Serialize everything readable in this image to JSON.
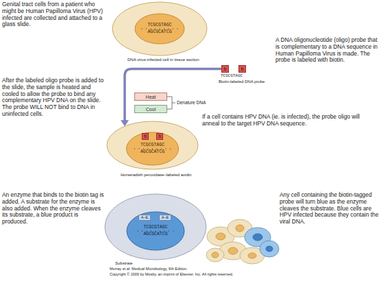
{
  "diagram": {
    "nodes": [
      {
        "text": [
          "TCGCGTAGC",
          "AGCGCATCG"
        ]
      },
      {
        "text": [
          "b"
        ]
      },
      {
        "text": [
          "b"
        ]
      },
      {
        "text": [
          "Heat"
        ]
      },
      {
        "text": [
          "Cool"
        ]
      },
      {
        "text": [
          "TCGCGTAGC",
          "AGCGCATCG"
        ]
      },
      {
        "text": [
          "b"
        ],
        "in": 5
      },
      {
        "text": [
          "b"
        ],
        "in": 5
      },
      {
        "text": [
          "TCGCGTAGC",
          "AGCGCATCG"
        ]
      },
      {
        "text": [
          "A–E"
        ],
        "in": 8
      },
      {
        "text": [
          "A–E"
        ],
        "in": 8
      }
    ],
    "edges": [
      {
        "from": 1,
        "to": 5,
        "arrow": "to"
      }
    ],
    "labels": [
      "Genital tract cells from a patient who might be Human Papilloma Virus (HPV) infected are collected and attached to a glass slide.",
      "DNA virus-infected cell in tissue section",
      "A DNA oligonucleotide (oligo) probe that is complementary to a DNA sequence in Human Papilloma Virus is made. The probe is labeled with biotin.",
      "TCGCGTAGC",
      "Biotin-labeled DNA probe",
      "Denature DNA",
      "After the labeled oligo probe is added to the slide, the sample is heated and cooled to allow the probe to bind any complementary HPV DNA on the slide. The probe WILL NOT bind to DNA in uninfected cells.",
      "If a cell contains HPV DNA (ie. is infected), the probe oligo will anneal to the target HPV DNA sequence.",
      "Horseradish peroxidase–labeled avidin",
      "An enzyme that binds to the biotin tag is added. A substrate for the enzyme is also added. When the enzyme cleaves its substrate, a blue product is produced.",
      "Substrate",
      "Any cell containing the biotin-tagged probe will turn blue as the enzyme cleaves the substrate. Blue cells are HPV infected because they contain the viral DNA.",
      "Murray et al: Medical Microbiology, 6th Edition.",
      "Copyright © 2009 by Mosby, an imprint of Elsevier, Inc. All rights reserved."
    ]
  }
}
